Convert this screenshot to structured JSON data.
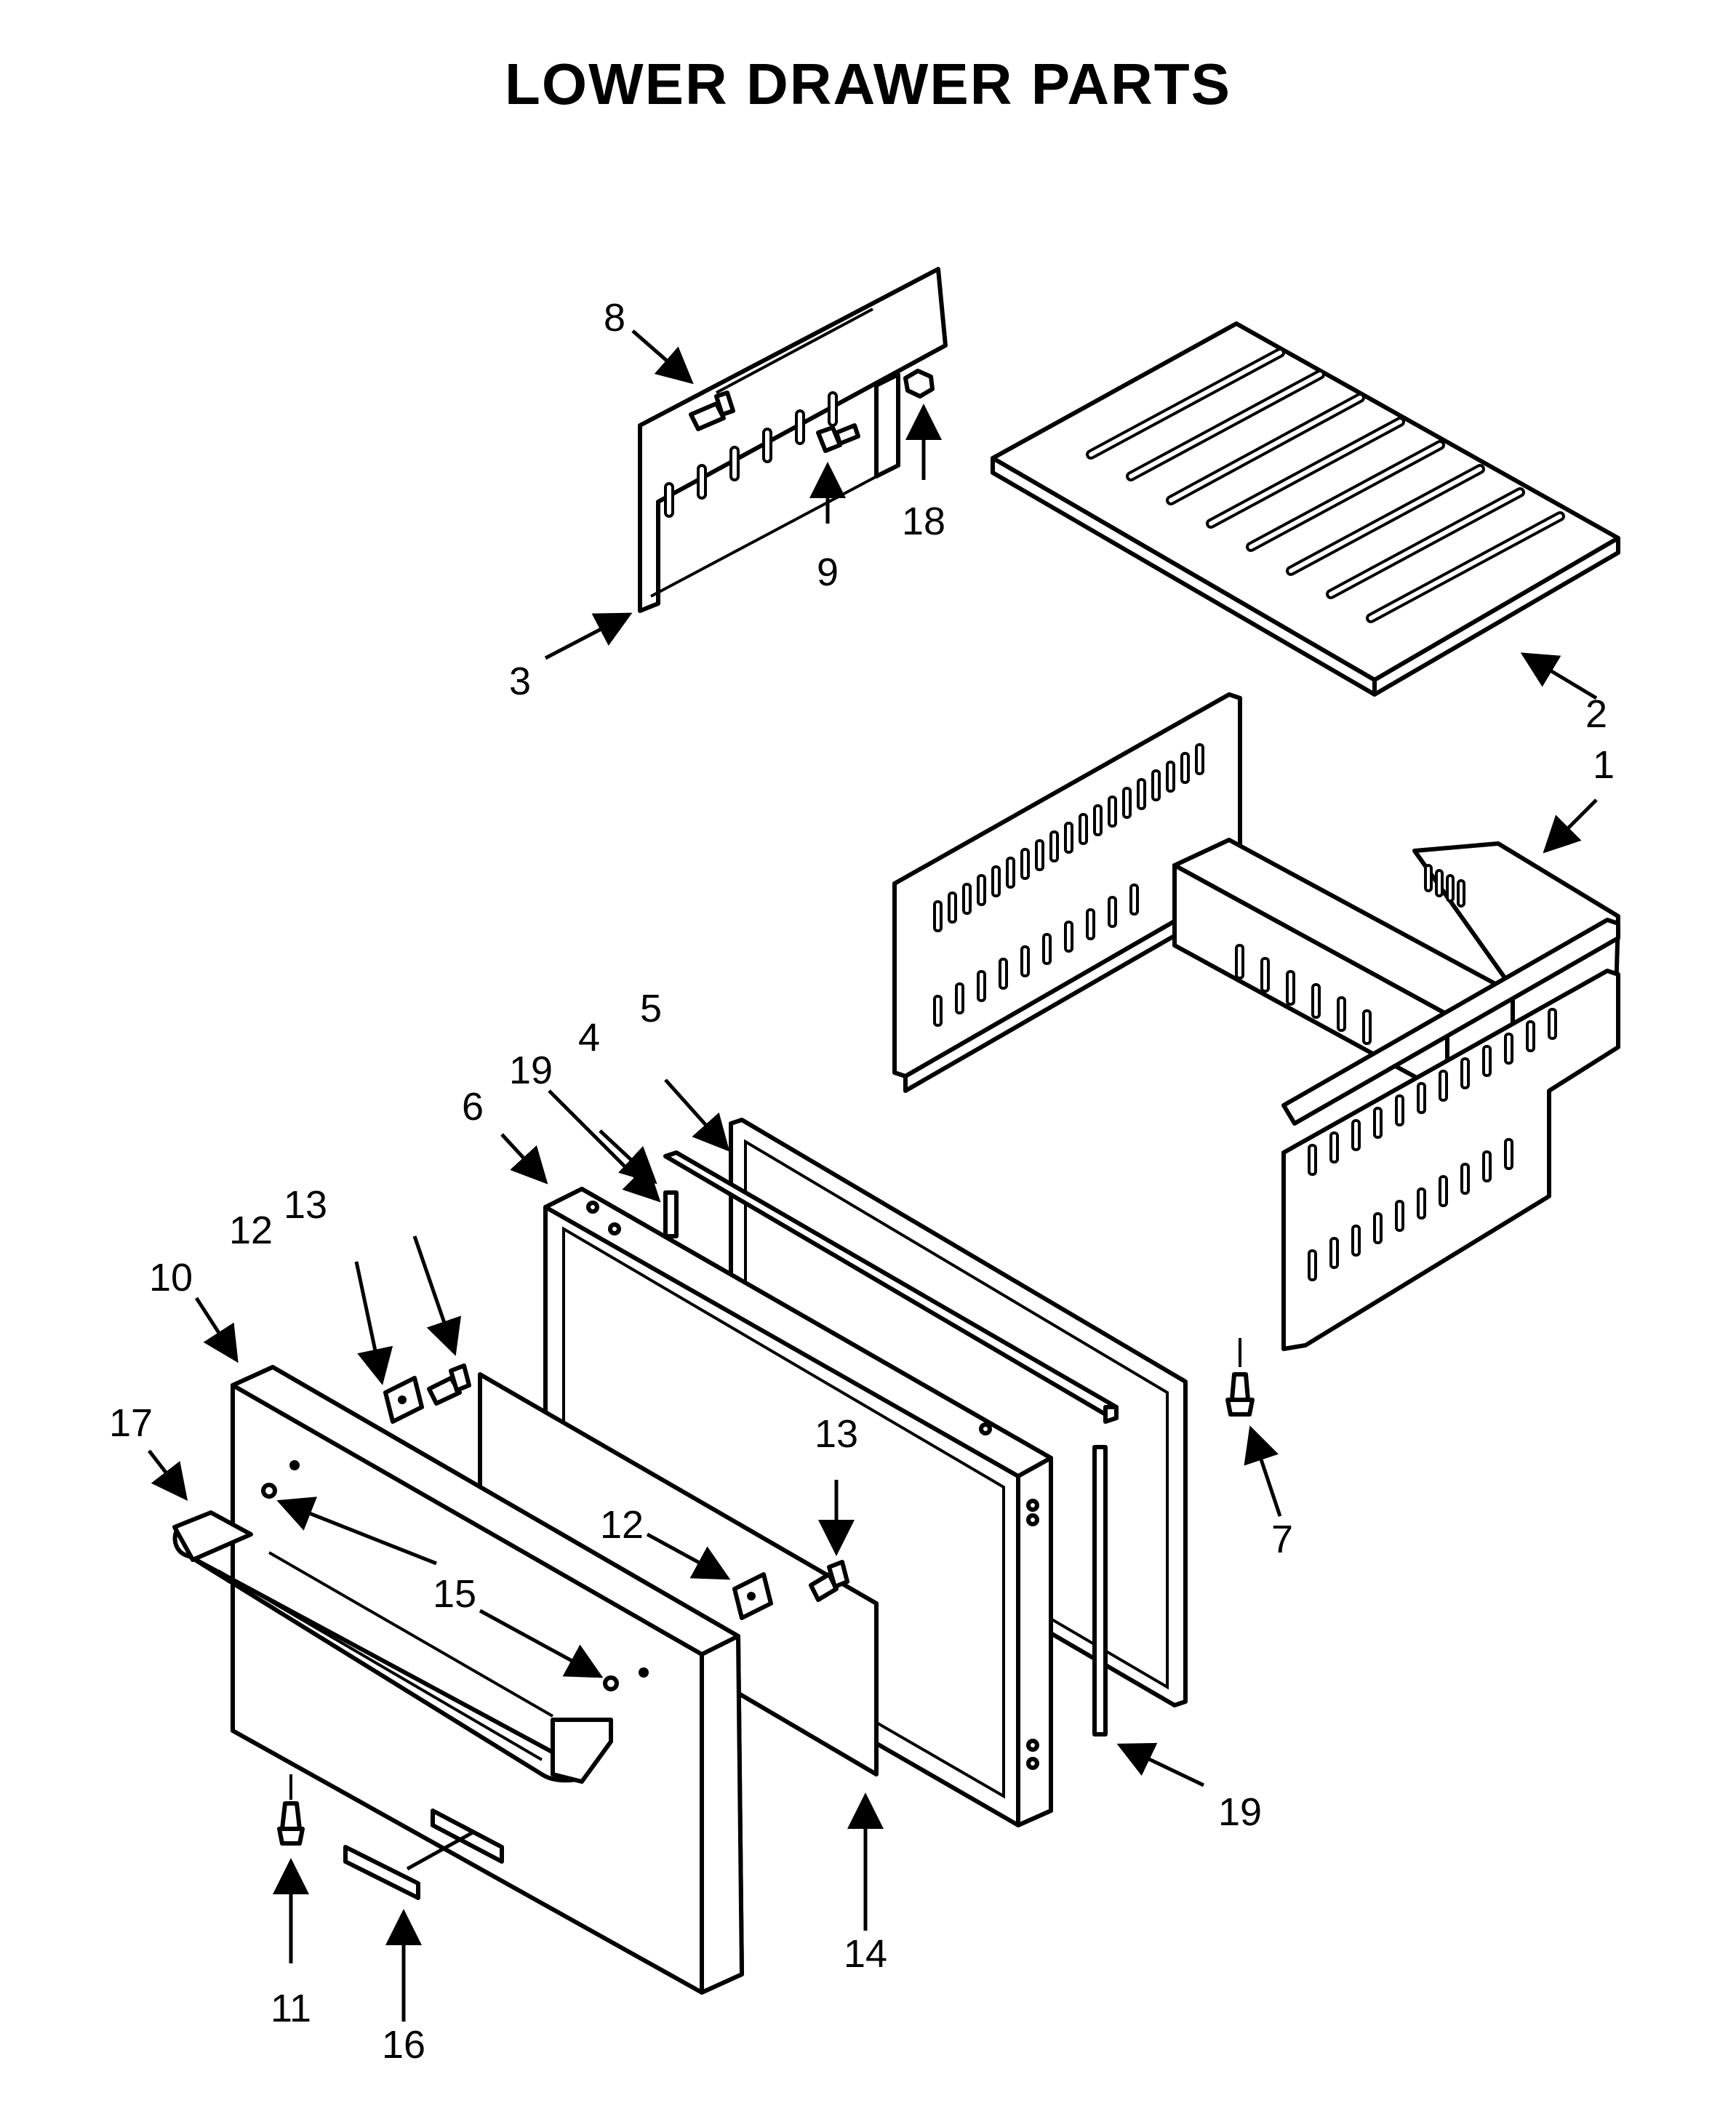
{
  "title": "LOWER DRAWER PARTS",
  "callouts": [
    "1",
    "2",
    "3",
    "4",
    "5",
    "6",
    "7",
    "8",
    "9",
    "10",
    "11",
    "12",
    "12",
    "13",
    "13",
    "14",
    "15",
    "16",
    "17",
    "18",
    "19",
    "19"
  ],
  "colors": {
    "line": "#000000",
    "background": "#ffffff"
  }
}
